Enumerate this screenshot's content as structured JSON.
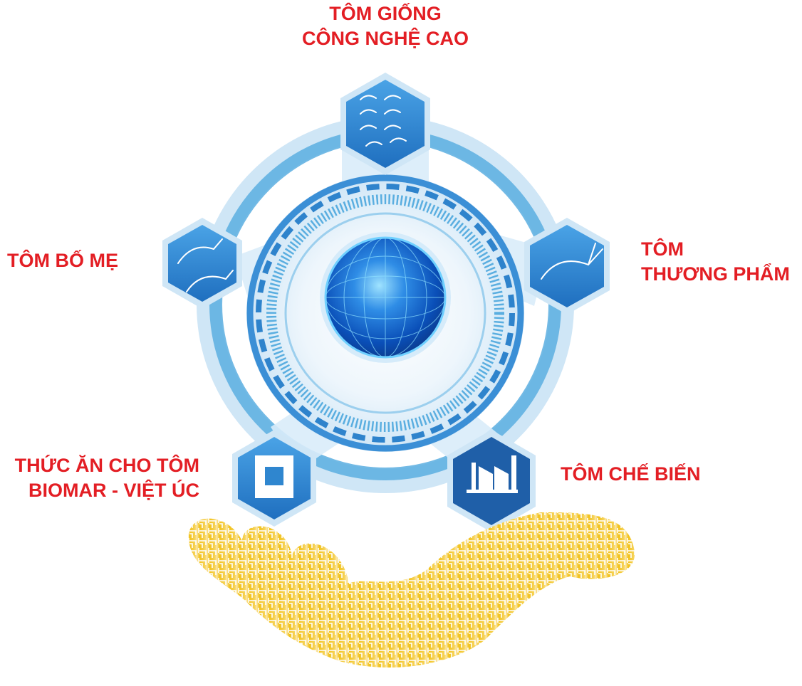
{
  "nodes": [
    {
      "id": "top",
      "icon": "shrimp-larvae-icon",
      "label_lines": [
        "TÔM GIỐNG",
        "CÔNG NGHỆ CAO"
      ]
    },
    {
      "id": "left",
      "icon": "broodstock-shrimp-icon",
      "label_lines": [
        "TÔM BỐ MẸ"
      ]
    },
    {
      "id": "right",
      "icon": "commercial-shrimp-icon",
      "label_lines": [
        "TÔM",
        "THƯƠNG PHẨM"
      ]
    },
    {
      "id": "bottom_left",
      "icon": "feed-bag-icon",
      "label_lines": [
        "THỨC ĂN CHO TÔM",
        "BIOMAR - VIỆT ÚC"
      ]
    },
    {
      "id": "bottom_right",
      "icon": "factory-icon",
      "label_lines": [
        "TÔM CHẾ BIẾN"
      ]
    }
  ],
  "center": {
    "icon": "globe-sphere-icon"
  },
  "base": {
    "icon": "open-hand-icon"
  },
  "colors": {
    "label_red": "#e31e24",
    "ring_blue": "#5aaee0",
    "node_blue": "#2f86cf",
    "hand_gold": "#f3c316"
  }
}
